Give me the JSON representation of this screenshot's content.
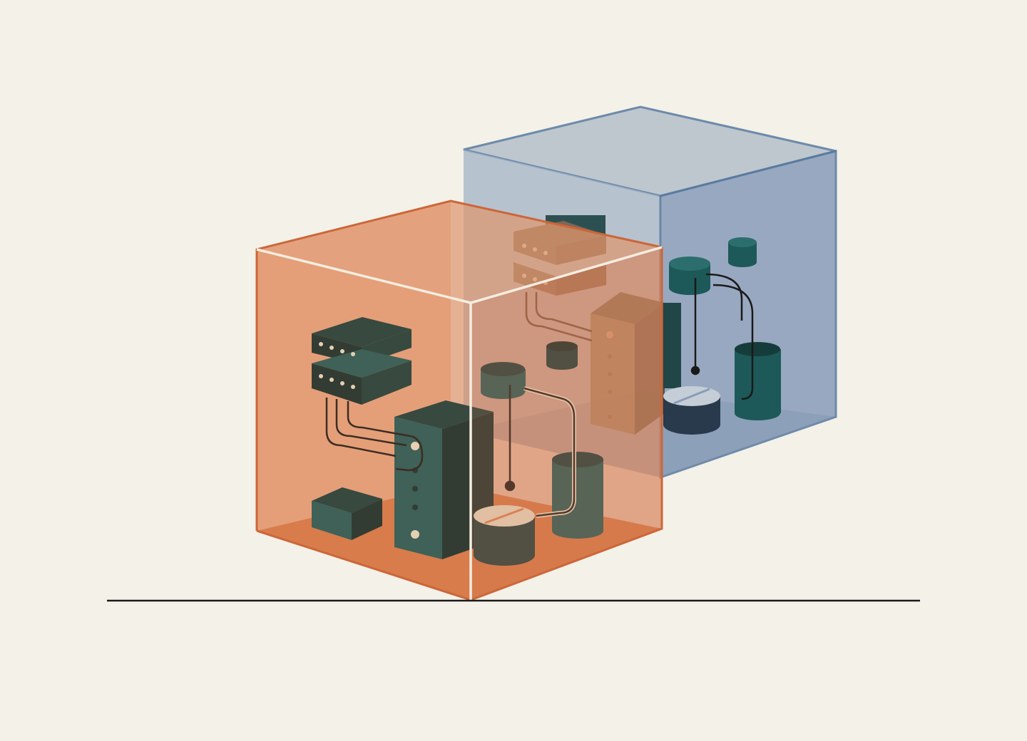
{
  "illustration": {
    "palette": {
      "background": "#fcfaf1",
      "front_container": "#e58a57",
      "front_edge": "#d46a3c",
      "back_container": "#8fa8c6",
      "back_edge": "#5a7ea6",
      "component_dark": "#163f3e",
      "component_teal": "#1f5d5c",
      "component_light": "#f2e8cf",
      "ground_line": "#1b1b1b"
    },
    "objects": {
      "front_container": [
        "server-rack-stacked",
        "tower-server",
        "storage-cylinder",
        "disk-cylinder",
        "small-block"
      ],
      "back_container": [
        "server-rack-stacked",
        "tower-server",
        "storage-cylinder",
        "disk-cylinder",
        "small-cylinder"
      ]
    }
  }
}
